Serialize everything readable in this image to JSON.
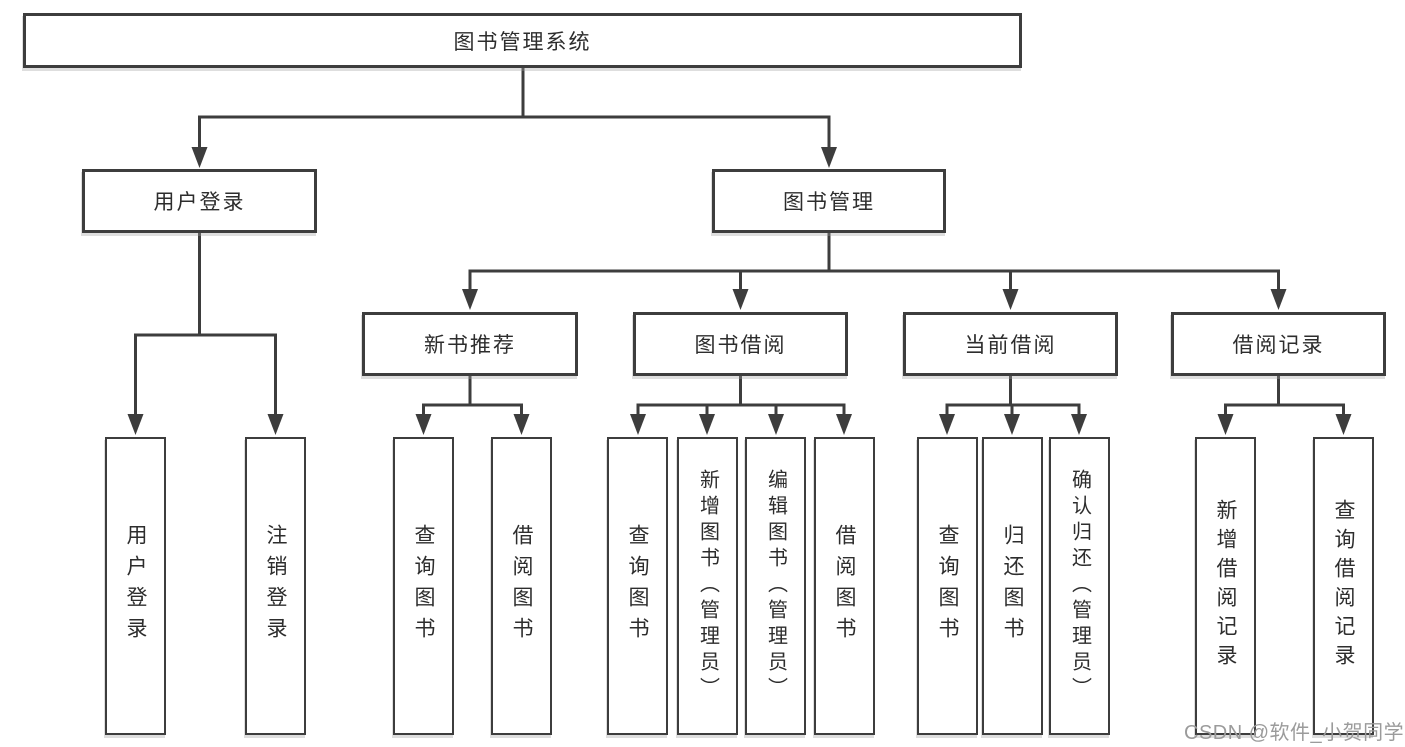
{
  "diagram": {
    "type": "tree",
    "title": "图书管理系统",
    "hierarchy": {
      "root": [
        "user_login",
        "book_management"
      ],
      "user_login": [
        "leaf_user_login",
        "leaf_logout"
      ],
      "book_management": [
        "new_book_recommend",
        "book_borrow",
        "current_borrow",
        "borrow_records"
      ],
      "new_book_recommend": [
        "leaf_query_book_1",
        "leaf_borrow_book_1"
      ],
      "book_borrow": [
        "leaf_query_book_2",
        "leaf_add_book",
        "leaf_edit_book",
        "leaf_borrow_book_2"
      ],
      "current_borrow": [
        "leaf_query_book_3",
        "leaf_return_book",
        "leaf_confirm_return"
      ],
      "borrow_records": [
        "leaf_add_record",
        "leaf_query_record"
      ]
    }
  },
  "nodes": {
    "root": {
      "label": "图书管理系统"
    },
    "user_login": {
      "label": "用户登录"
    },
    "book_management": {
      "label": "图书管理"
    },
    "new_book_recommend": {
      "label": "新书推荐"
    },
    "book_borrow": {
      "label": "图书借阅"
    },
    "current_borrow": {
      "label": "当前借阅"
    },
    "borrow_records": {
      "label": "借阅记录"
    },
    "leaf_user_login": {
      "label": "用户登录"
    },
    "leaf_logout": {
      "label": "注销登录"
    },
    "leaf_query_book_1": {
      "label": "查询图书"
    },
    "leaf_borrow_book_1": {
      "label": "借阅图书"
    },
    "leaf_query_book_2": {
      "label": "查询图书"
    },
    "leaf_add_book": {
      "label": "新增图书（管理员）"
    },
    "leaf_edit_book": {
      "label": "编辑图书（管理员）"
    },
    "leaf_borrow_book_2": {
      "label": "借阅图书"
    },
    "leaf_query_book_3": {
      "label": "查询图书"
    },
    "leaf_return_book": {
      "label": "归还图书"
    },
    "leaf_confirm_return": {
      "label": "确认归还（管理员）"
    },
    "leaf_add_record": {
      "label": "新增借阅记录"
    },
    "leaf_query_record": {
      "label": "查询借阅记录"
    }
  },
  "style": {
    "line_color": "#3d3d3d",
    "text_color": "#2d2d2d",
    "box_background": "#ffffff",
    "watermark_color": "#9b9b9b"
  },
  "watermark": {
    "text": "CSDN @软件_小贺同学"
  }
}
